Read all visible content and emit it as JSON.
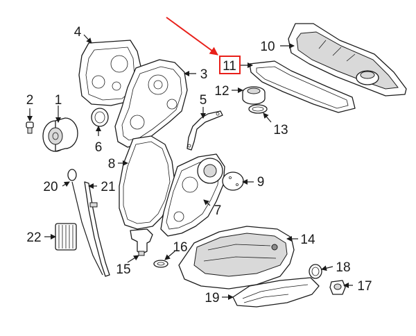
{
  "callouts": [
    {
      "id": "1",
      "label": "1"
    },
    {
      "id": "2",
      "label": "2"
    },
    {
      "id": "3",
      "label": "3"
    },
    {
      "id": "4",
      "label": "4"
    },
    {
      "id": "5",
      "label": "5"
    },
    {
      "id": "6",
      "label": "6"
    },
    {
      "id": "7",
      "label": "7"
    },
    {
      "id": "8",
      "label": "8"
    },
    {
      "id": "9",
      "label": "9"
    },
    {
      "id": "10",
      "label": "10"
    },
    {
      "id": "11",
      "label": "11"
    },
    {
      "id": "12",
      "label": "12"
    },
    {
      "id": "13",
      "label": "13"
    },
    {
      "id": "14",
      "label": "14"
    },
    {
      "id": "15",
      "label": "15"
    },
    {
      "id": "16",
      "label": "16"
    },
    {
      "id": "17",
      "label": "17"
    },
    {
      "id": "18",
      "label": "18"
    },
    {
      "id": "19",
      "label": "19"
    },
    {
      "id": "20",
      "label": "20"
    },
    {
      "id": "21",
      "label": "21"
    },
    {
      "id": "22",
      "label": "22"
    }
  ],
  "highlight": {
    "callout": "11",
    "color": "#e8201a"
  },
  "colors": {
    "line": "#1a1a1a",
    "highlight": "#e8201a",
    "background": "#ffffff"
  }
}
